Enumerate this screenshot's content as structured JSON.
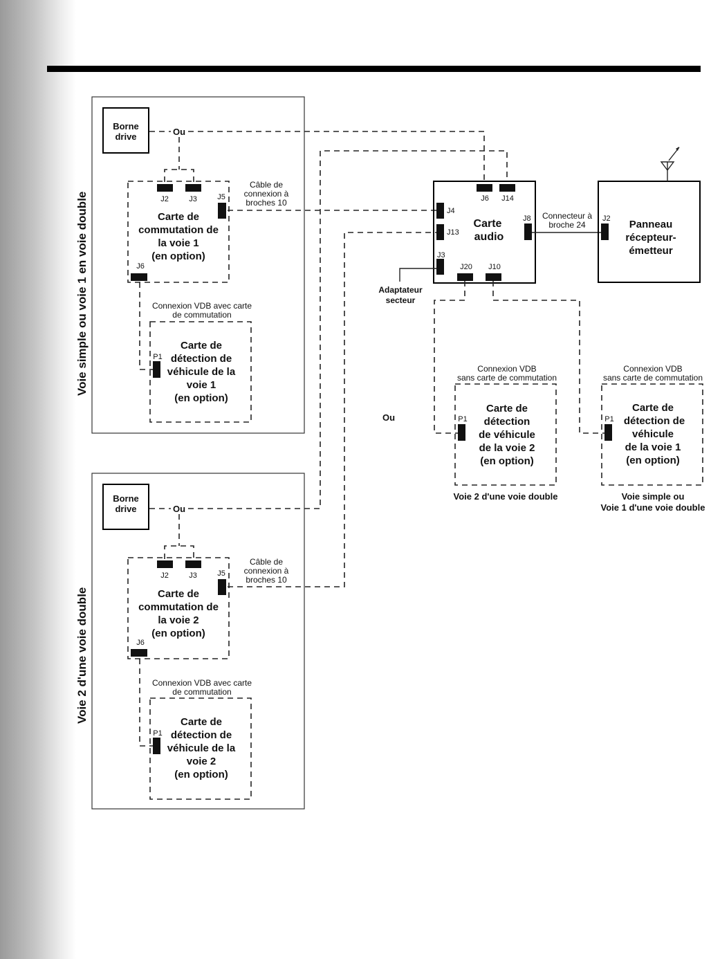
{
  "section_labels": {
    "single_lane": "Voie simple ou voie 1 en voie  double",
    "lane2": "Voie 2 d'une voie double"
  },
  "upper_group": {
    "drive_box": [
      "Borne",
      "drive"
    ],
    "or_label": "Ou",
    "j2": "J2",
    "j3": "J3",
    "j5": "J5",
    "j6": "J6",
    "switch_card": [
      "Carte de",
      "commutation de",
      "la voie 1",
      "(en option)"
    ],
    "cable_label": [
      "Câble de",
      "connexion à",
      "broches 10"
    ],
    "vdb_with_switch": [
      "Connexion VDB avec carte",
      "de commutation"
    ],
    "p1": "P1",
    "detection_card": [
      "Carte de",
      "détection de",
      "véhicule de la",
      "voie 1",
      "(en option)"
    ]
  },
  "lower_group": {
    "drive_box": [
      "Borne",
      "drive"
    ],
    "or_label": "Ou",
    "j2": "J2",
    "j3": "J3",
    "j5": "J5",
    "j6": "J6",
    "switch_card": [
      "Carte de",
      "commutation de",
      "la voie 2",
      "(en option)"
    ],
    "cable_label": [
      "Câble de",
      "connexion à",
      "broches 10"
    ],
    "vdb_with_switch": [
      "Connexion VDB avec carte",
      "de commutation"
    ],
    "p1": "P1",
    "detection_card": [
      "Carte de",
      "détection de",
      "véhicule de la",
      "voie 2",
      "(en option)"
    ]
  },
  "audio_card": {
    "title": [
      "Carte",
      "audio"
    ],
    "j6": "J6",
    "j14": "J14",
    "j4": "J4",
    "j13": "J13",
    "j3": "J3",
    "j8": "J8",
    "j20": "J20",
    "j10": "J10"
  },
  "adapter": [
    "Adaptateur",
    "secteur"
  ],
  "connector24": [
    "Connecteur à",
    "broche 24"
  ],
  "panel": {
    "j2": "J2",
    "title": [
      "Panneau",
      "récepteur-",
      "émetteur"
    ]
  },
  "middle_or": "Ou",
  "lane2_vdb": {
    "header": [
      "Connexion VDB",
      "sans carte de commutation"
    ],
    "p1": "P1",
    "card": [
      "Carte de",
      "détection",
      "de véhicule",
      "de la voie 2",
      "(en option)"
    ],
    "caption": "Voie 2 d'une voie double"
  },
  "lane1_vdb": {
    "header": [
      "Connexion VDB",
      "sans carte de commutation"
    ],
    "p1": "P1",
    "card": [
      "Carte de",
      "détection de",
      "véhicule",
      "de la voie 1",
      "(en option)"
    ],
    "caption": [
      "Voie simple ou",
      "Voie 1 d'une voie double"
    ]
  }
}
